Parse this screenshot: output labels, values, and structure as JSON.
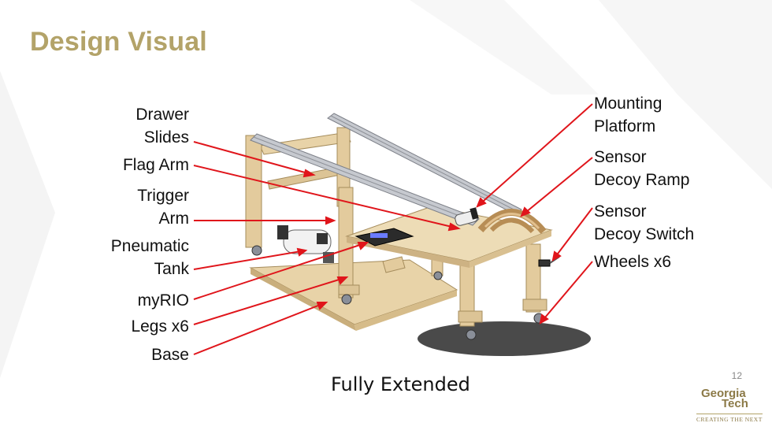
{
  "slide": {
    "title": "Design Visual",
    "caption": "Fully Extended",
    "page_number": "12"
  },
  "labels_left": {
    "drawer_slides": [
      "Drawer",
      "Slides"
    ],
    "flag_arm": "Flag Arm",
    "trigger_arm": [
      "Trigger",
      "Arm"
    ],
    "pneumatic_tank": [
      "Pneumatic",
      "Tank"
    ],
    "myrio": "myRIO",
    "legs": "Legs x6",
    "base": "Base"
  },
  "labels_right": {
    "mounting_platform": [
      "Mounting",
      "Platform"
    ],
    "sensor_decoy_ramp": [
      "Sensor",
      "Decoy Ramp"
    ],
    "sensor_decoy_switch": [
      "Sensor",
      "Decoy Switch"
    ],
    "wheels": "Wheels x6"
  },
  "logo": {
    "line1": "Georgia",
    "line2": "Tech",
    "tagline": "CREATING THE NEXT"
  },
  "colors": {
    "title": "#b3a369",
    "arrow": "#e0151b",
    "wood": "#e8d3a8",
    "wood_dark": "#c9ae7c",
    "rail": "#b9bcc2"
  }
}
